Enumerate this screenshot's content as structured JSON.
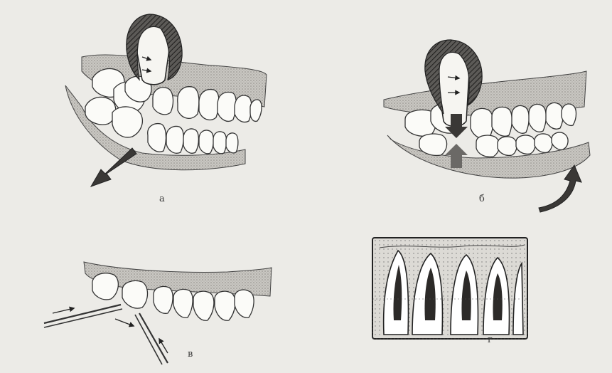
{
  "figure": {
    "panels": [
      {
        "id": "a",
        "caption": "а"
      },
      {
        "id": "b",
        "caption": "б"
      },
      {
        "id": "v",
        "caption": "в"
      },
      {
        "id": "g",
        "caption": "г"
      }
    ]
  }
}
